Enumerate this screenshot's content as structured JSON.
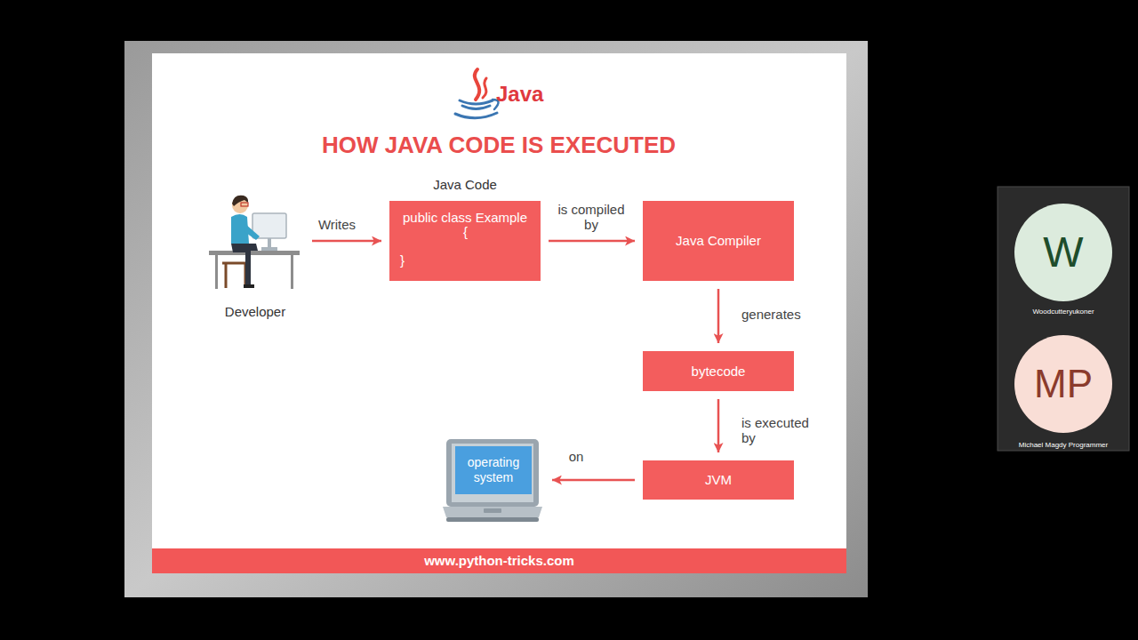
{
  "diagram": {
    "title": "HOW JAVA CODE IS EXECUTED",
    "nodes": [
      {
        "text": [
          "Developer"
        ]
      },
      {
        "text": [
          "Java Code",
          "public class Example",
          "{",
          "}"
        ]
      },
      {
        "text": [
          "Java Compiler"
        ]
      },
      {
        "text": [
          "bytecode"
        ]
      },
      {
        "text": [
          "operating system"
        ]
      },
      {
        "text": [
          "JVM"
        ]
      },
      {
        "text": [
          "www.python-tricks.com"
        ]
      },
      {
        "text": [
          "W",
          "Woodcutteryukoner"
        ]
      },
      {
        "text": [
          "MP",
          "Michael Magdy Programmer"
        ]
      }
    ],
    "edges": [
      {
        "from": 0,
        "to": 1,
        "label": "Writes",
        "arrow": "to"
      },
      {
        "from": 1,
        "to": 2,
        "label": "is compiled by",
        "arrow": "to"
      },
      {
        "from": 2,
        "to": 3,
        "label": "generates",
        "arrow": "to"
      },
      {
        "from": 3,
        "to": 5,
        "label": "is executed by",
        "arrow": "to"
      },
      {
        "from": 5,
        "to": 4,
        "label": "on",
        "arrow": "to"
      }
    ],
    "labels": [
      "Java"
    ]
  }
}
